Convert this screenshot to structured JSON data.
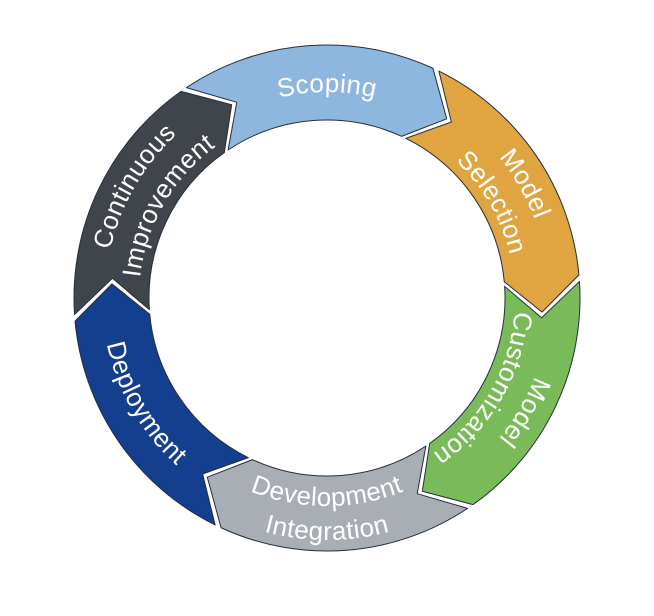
{
  "diagram": {
    "type": "cycle",
    "background": "#ffffff",
    "stroke": "#232f3e",
    "text_color": "#ffffff",
    "segments": [
      {
        "id": "scoping",
        "label_lines": [
          "Scoping"
        ],
        "color": "#8EB7DF",
        "center_angle": 0,
        "text_direction": "clockwise"
      },
      {
        "id": "model-selection",
        "label_lines": [
          "Model",
          "Selection"
        ],
        "color": "#E0A441",
        "center_angle": 60,
        "text_direction": "clockwise"
      },
      {
        "id": "model-customization",
        "label_lines": [
          "Model",
          "Customization"
        ],
        "color": "#7ABB59",
        "center_angle": 120,
        "text_direction": "clockwise"
      },
      {
        "id": "development-integration",
        "label_lines": [
          "Development",
          "Integration"
        ],
        "color": "#A9AEB5",
        "center_angle": 180,
        "text_direction": "reversed"
      },
      {
        "id": "deployment",
        "label_lines": [
          "Deployment"
        ],
        "color": "#143F8F",
        "center_angle": 240,
        "text_direction": "reversed"
      },
      {
        "id": "continuous-improvement",
        "label_lines": [
          "Continuous",
          "Improvement"
        ],
        "color": "#40454B",
        "center_angle": 300,
        "text_direction": "clockwise"
      }
    ]
  }
}
